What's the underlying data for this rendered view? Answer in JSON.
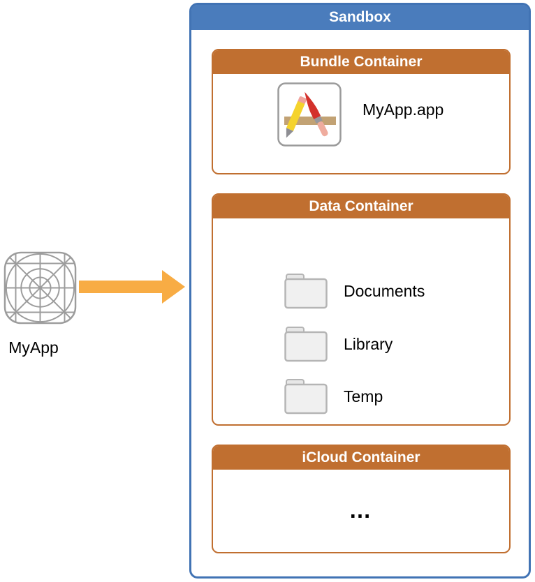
{
  "app": {
    "label": "MyApp"
  },
  "sandbox": {
    "title": "Sandbox",
    "bundle_container": {
      "title": "Bundle Container",
      "app_name": "MyApp.app"
    },
    "data_container": {
      "title": "Data Container",
      "folders": [
        "Documents",
        "Library",
        "Temp"
      ]
    },
    "icloud_container": {
      "title": "iCloud Container",
      "ellipsis": "…"
    }
  },
  "icons": {
    "left": "app-icon-grid-template",
    "bundle": "app-store-pencil-brush-ruler-icon",
    "data": "folder-icon",
    "arrow": "right-arrow-icon"
  },
  "colors": {
    "sandbox_blue": "#4A7CBC",
    "sandbox_border_blue": "#4173B4",
    "container_orange": "#C06F30",
    "arrow_orange": "#F8AC44",
    "grid_gray": "#9C9C9C",
    "folder_fill": "#F0F0F0",
    "folder_border": "#B5B5B5",
    "pencil_yellow": "#F5D32C",
    "brush_red": "#D3312B",
    "ruler_tan": "#C2A274"
  }
}
